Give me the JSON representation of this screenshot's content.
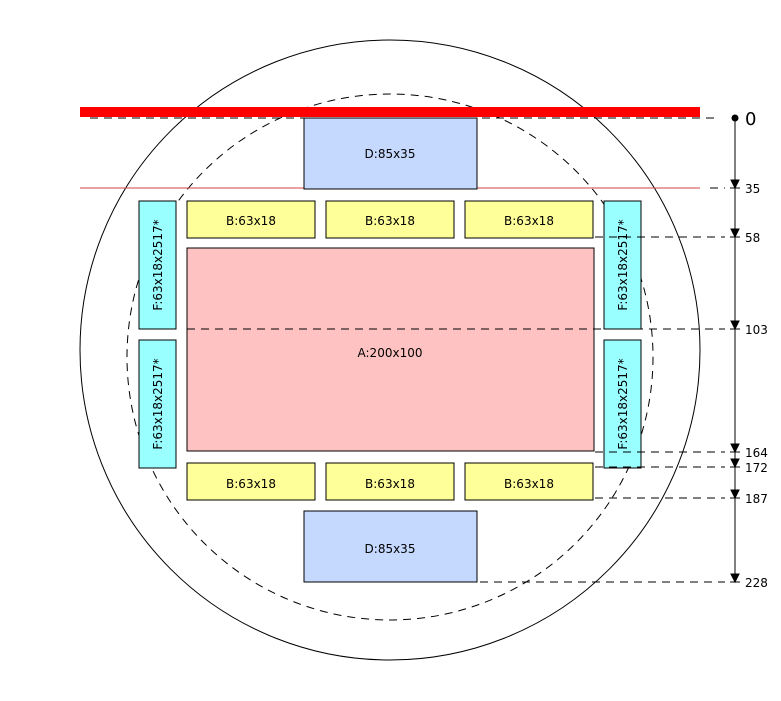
{
  "colors": {
    "die_A": "#ffc2c2",
    "die_B": "#ffff99",
    "die_D": "#c5d9ff",
    "die_F": "#99ffff",
    "flat": "#ff0000",
    "outline": "#000000"
  },
  "dies": {
    "d_top": "D:85x35",
    "b_top_1": "B:63x18",
    "b_top_2": "B:63x18",
    "b_top_3": "B:63x18",
    "a_center": "A:200x100",
    "b_bot_1": "B:63x18",
    "b_bot_2": "B:63x18",
    "b_bot_3": "B:63x18",
    "d_bot": "D:85x35",
    "f_left_top": "F:63x18x2517*",
    "f_left_bot": "F:63x18x2517*",
    "f_right_top": "F:63x18x2517*",
    "f_right_bot": "F:63x18x2517*"
  },
  "dimensions": {
    "zero": "0",
    "d35": "35",
    "d58": "58",
    "d103": "103",
    "d164": "164",
    "d172": "172",
    "d187": "187",
    "d228": "228"
  }
}
